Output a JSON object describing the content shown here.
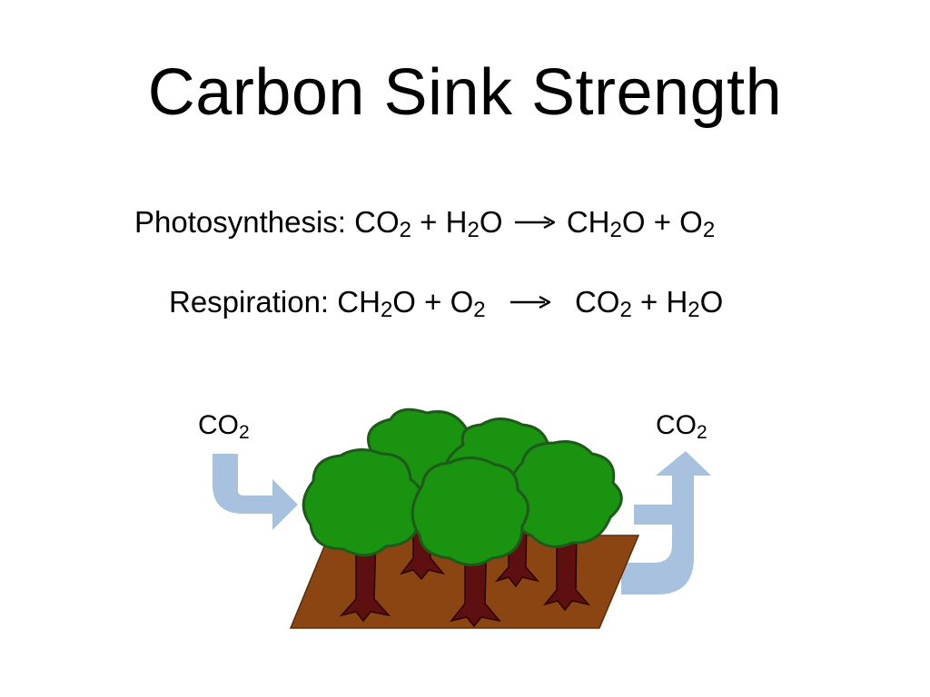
{
  "title": "Carbon Sink Strength",
  "photosynthesis": {
    "label": "Photosynthesis:",
    "co2_base": "CO",
    "co2_sub": "2",
    "plus1": "+",
    "h2o_h": "H",
    "h2o_sub": "2",
    "h2o_o": "O",
    "ch2o_ch": "CH",
    "ch2o_sub": "2",
    "ch2o_o": "O",
    "plus2": "+",
    "o2_base": "O",
    "o2_sub": "2"
  },
  "respiration": {
    "label": "Respiration:",
    "ch2o_ch": "CH",
    "ch2o_sub": "2",
    "ch2o_o": "O",
    "plus1": "+",
    "o2_base": "O",
    "o2_sub": "2",
    "co2_base": "CO",
    "co2_sub": "2",
    "plus2": "+",
    "h2o_h": "H",
    "h2o_sub": "2",
    "h2o_o": "O"
  },
  "diagram": {
    "co2_in_base": "CO",
    "co2_in_sub": "2",
    "co2_out_base": "CO",
    "co2_out_sub": "2",
    "colors": {
      "arrow_blue": "#a7c1df",
      "ground_brown": "#8a4513",
      "canopy_green": "#1a9311",
      "canopy_outline": "#1e5a1a",
      "trunk": "#5e0f0f"
    }
  }
}
